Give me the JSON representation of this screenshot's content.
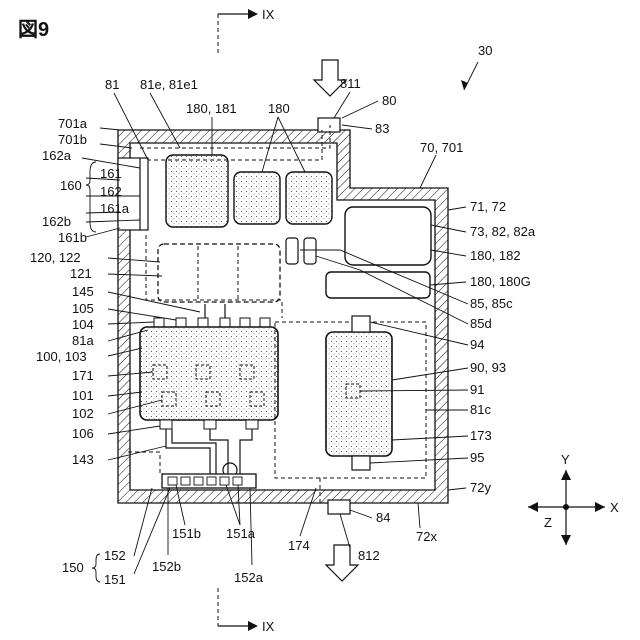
{
  "figure_title": "図9",
  "section_marker": "IX",
  "reference_numeral": "30",
  "axes": {
    "x": "X",
    "y": "Y",
    "z": "Z"
  },
  "labels": {
    "l81": "81",
    "l81e": "81e, 81e1",
    "l180_181": "180, 181",
    "l180": "180",
    "l811": "811",
    "l80": "80",
    "l83": "83",
    "l70": "70, 701",
    "l701a": "701a",
    "l701b": "701b",
    "l162a": "162a",
    "l160": "160",
    "l161": "161",
    "l162": "162",
    "l161a": "161a",
    "l162b": "162b",
    "l161b": "161b",
    "l71": "71, 72",
    "l73": "73, 82, 82a",
    "l180_182": "180, 182",
    "l180G": "180, 180G",
    "l120": "120, 122",
    "l121": "121",
    "l145": "145",
    "l105": "105",
    "l104": "104",
    "l85": "85, 85c",
    "l85d": "85d",
    "l81a": "81a",
    "l94": "94",
    "l100": "100, 103",
    "l90": "90, 93",
    "l171": "171",
    "l101": "101",
    "l91": "91",
    "l102": "102",
    "l81c": "81c",
    "l106": "106",
    "l173": "173",
    "l143": "143",
    "l95": "95",
    "l72y": "72y",
    "l84": "84",
    "l151b": "151b",
    "l151a": "151a",
    "l72x": "72x",
    "l174": "174",
    "l812": "812",
    "l150": "150",
    "l152": "152",
    "l151": "151",
    "l152b": "152b",
    "l152a": "152a"
  }
}
